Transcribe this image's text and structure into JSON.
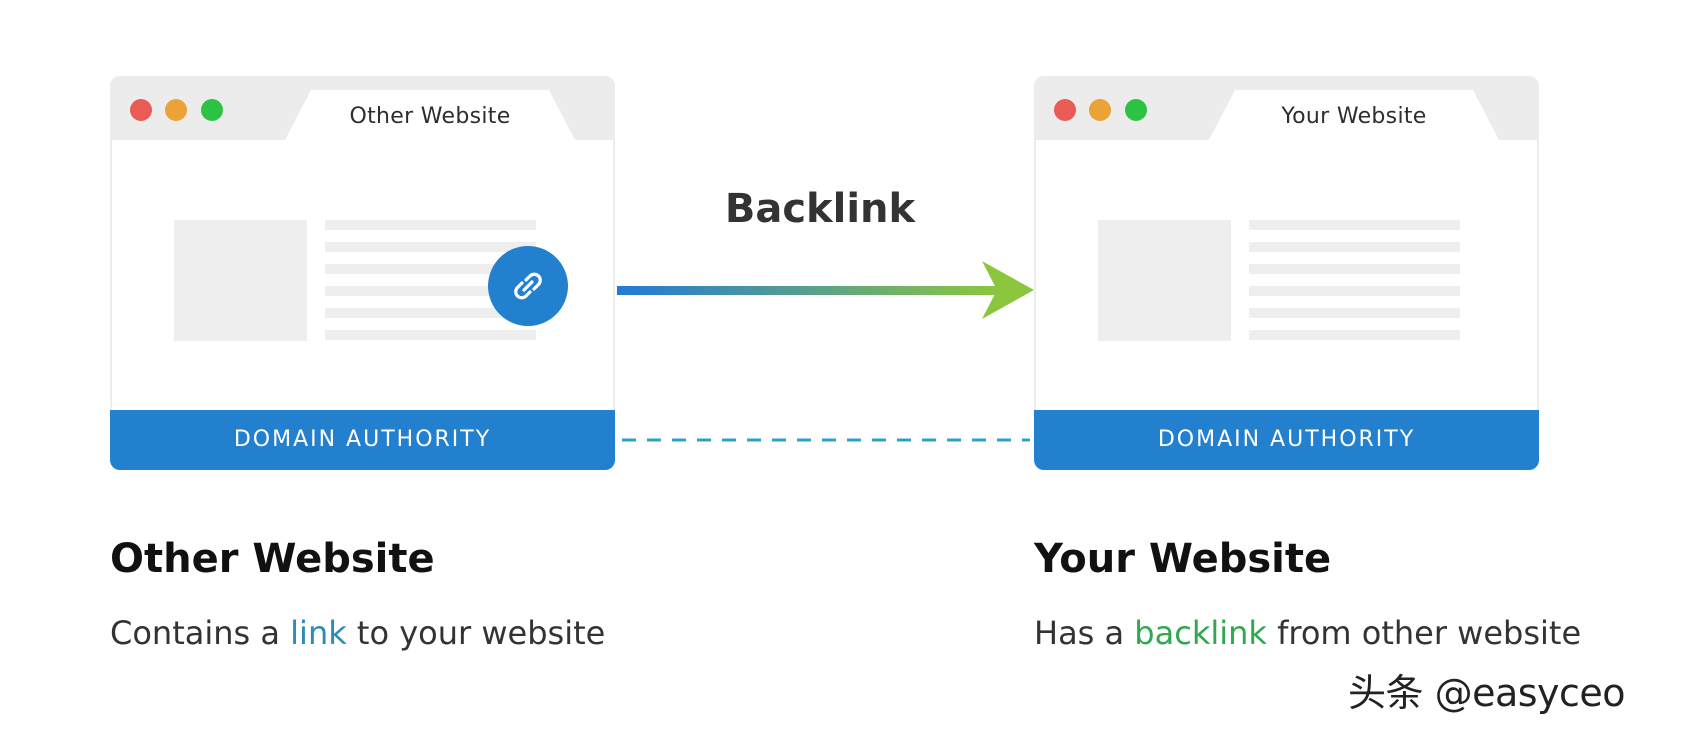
{
  "colors": {
    "accent_blue": "#2380cf",
    "arrow_start": "#2379d8",
    "arrow_end": "#8cc63f",
    "dash": "#2ba3c4",
    "link_word": "#2a8db5",
    "backlink_word": "#2fa84f"
  },
  "source_site": {
    "tab_title": "Other Website",
    "footer_label": "DOMAIN AUTHORITY",
    "badge_icon": "link-icon",
    "heading": "Other Website",
    "desc_before": "Contains a ",
    "desc_highlight": "link",
    "desc_after": " to your website"
  },
  "target_site": {
    "tab_title": "Your Website",
    "footer_label": "DOMAIN AUTHORITY",
    "heading": "Your Website",
    "desc_before": "Has a ",
    "desc_highlight": "backlink",
    "desc_after": " from other website"
  },
  "connector": {
    "label": "Backlink"
  },
  "watermark": "头条 @easyceo"
}
